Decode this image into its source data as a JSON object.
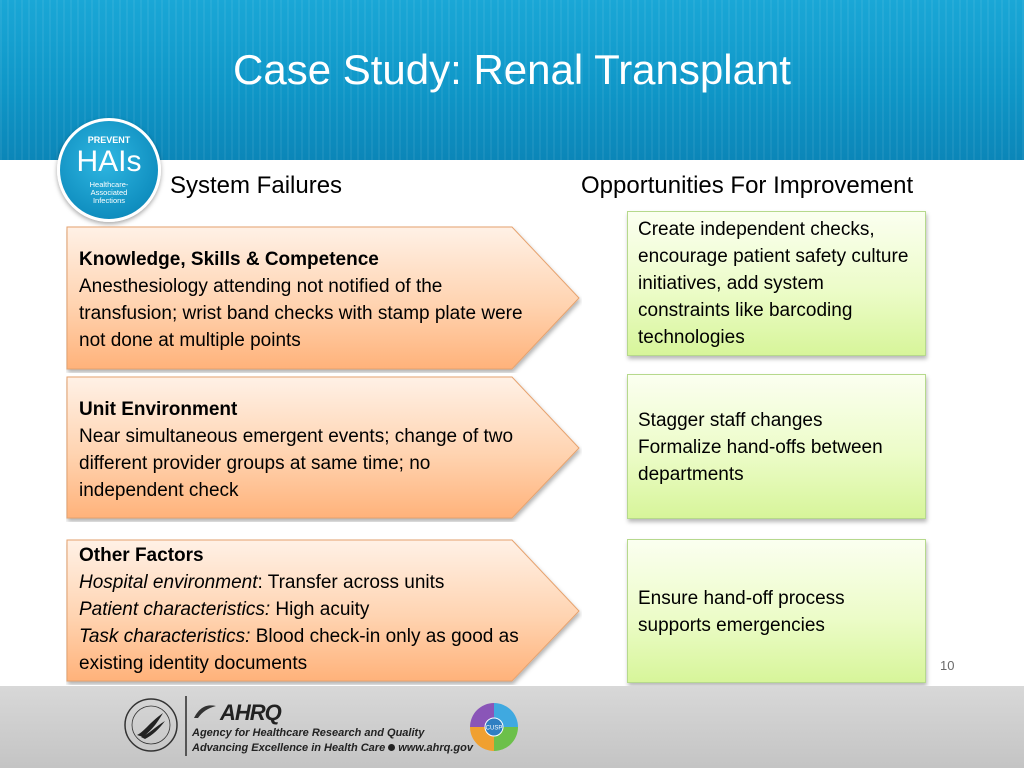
{
  "slide": {
    "title": "Case Study: Renal Transplant",
    "page_number": "10"
  },
  "badge": {
    "line1": "PREVENT",
    "line2": "HAIs",
    "line3a": "Healthcare-",
    "line3b": "Associated",
    "line3c": "Infections"
  },
  "columns": {
    "left_heading": "System Failures",
    "right_heading": "Opportunities For Improvement"
  },
  "failures": [
    {
      "heading": "Knowledge, Skills & Competence",
      "body": "Anesthesiology attending not notified of the transfusion; wrist band checks with stamp plate were not done at multiple points"
    },
    {
      "heading": "Unit Environment",
      "body": "Near simultaneous emergent events; change of two different provider groups at same time; no independent check"
    },
    {
      "heading": "Other Factors",
      "lines": [
        {
          "label": "Hospital environment",
          "sep": ":",
          "text": " Transfer across units"
        },
        {
          "label": "Patient characteristics:",
          "sep": "",
          "text": " High acuity"
        },
        {
          "label": "Task characteristics:",
          "sep": "",
          "text": " Blood check-in only as good as existing identity documents"
        }
      ]
    }
  ],
  "opportunities": [
    {
      "text": "Create independent checks, encourage patient safety culture initiatives, add system constraints like barcoding technologies"
    },
    {
      "line1": "Stagger staff changes",
      "line2": "Formalize hand-offs between departments"
    },
    {
      "text": "Ensure hand-off process supports emergencies"
    }
  ],
  "footer": {
    "ahrq_name": "AHRQ",
    "ahrq_tagline1": "Agency for Healthcare Research and Quality",
    "ahrq_tagline2": "Advancing Excellence in Health Care",
    "ahrq_url": "www.ahrq.gov",
    "cusp_label": "CUSP"
  },
  "colors": {
    "banner": "#1aa7d6",
    "failure_fill_top": "#fff1e6",
    "failure_fill_bottom": "#ffb27a",
    "failure_border": "#e6a26e",
    "opportunity_fill": "#e3f9b4",
    "opportunity_border": "#b6d98c"
  }
}
